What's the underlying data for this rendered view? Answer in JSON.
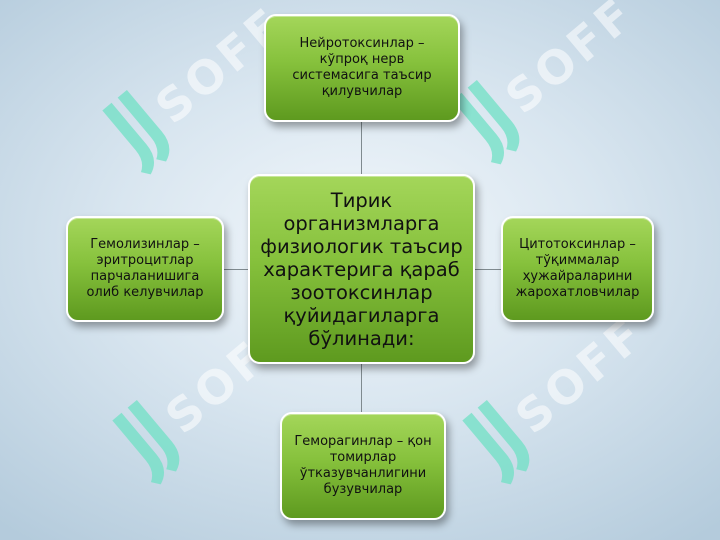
{
  "diagram": {
    "center": "Тирик организмларга\nфизиологик таъсир\nхарактерига қараб\nзоотоксинлар\nқуйидагиларга\nбўлинади:",
    "top": "Нейротоксинлар –\nкўпроқ нерв\nсистемасига таъсир\nқилувчилар",
    "left": "Гемолизинлар –\nэритроцитлар\nпарчаланишига\nолиб келувчилар",
    "right": "Цитотоксинлар –\nтўқиммалар\nҳужайраларини\nжарохатловчилар",
    "bottom": "Геморагинлар – қон\nтомирлар\nўтказувчанлигини\nбузувчилар"
  },
  "watermark": {
    "text": "SOFF"
  },
  "colors": {
    "box_light": "#a4d65a",
    "box_dark": "#5e9a1f",
    "box_border": "#ffffff",
    "connector": "#7f8a8f",
    "watermark": "#6fe0c4"
  }
}
